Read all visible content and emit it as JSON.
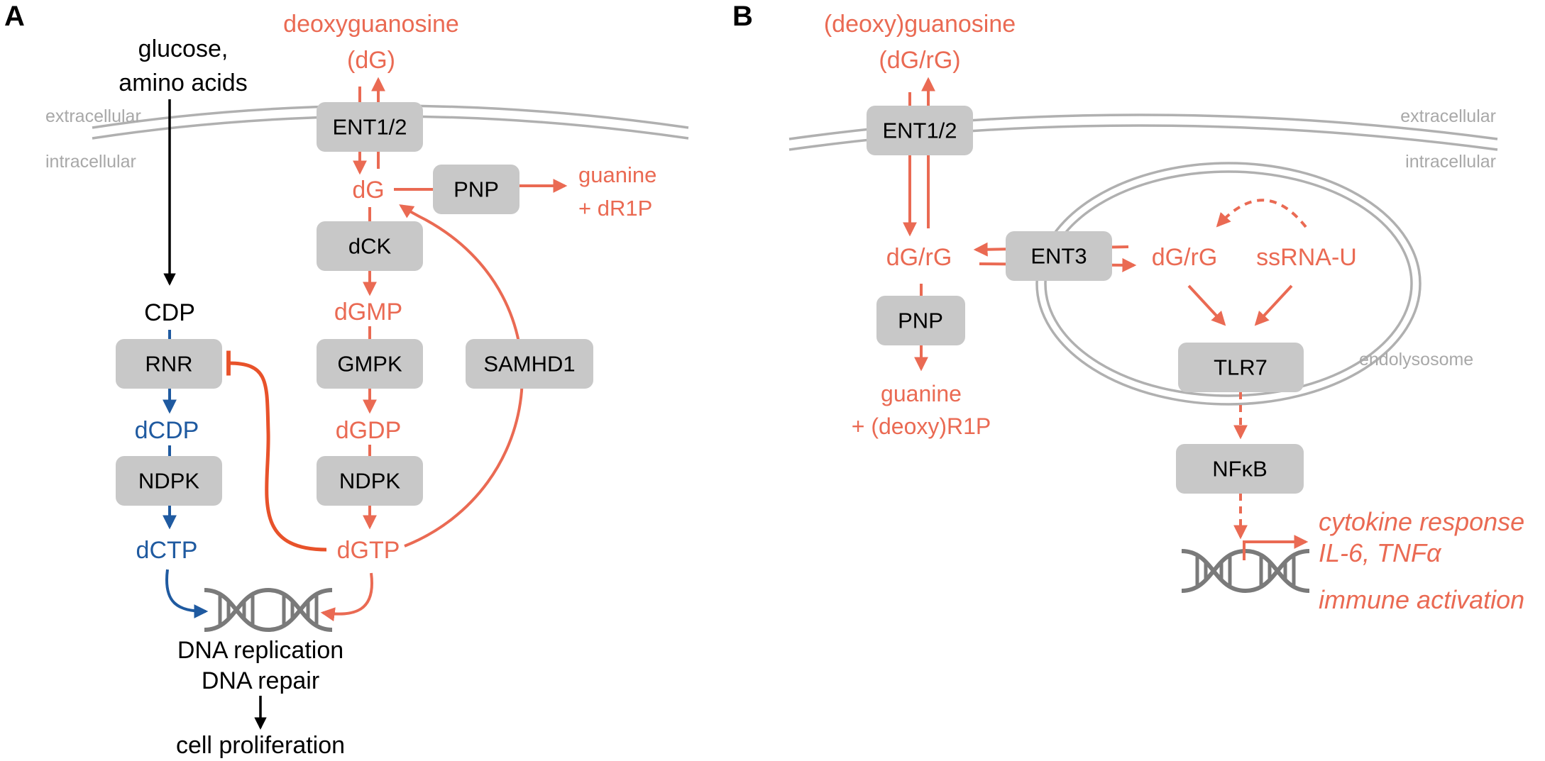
{
  "panels": {
    "a": {
      "label": "A"
    },
    "b": {
      "label": "B"
    }
  },
  "panel_a": {
    "deoxyguanosine_line1": "deoxyguanosine",
    "deoxyguanosine_line2": "(dG)",
    "glucose_line1": "glucose,",
    "glucose_line2": "amino acids",
    "extracellular": "extracellular",
    "intracellular": "intracellular",
    "ent12": "ENT1/2",
    "dg": "dG",
    "pnp": "PNP",
    "guanine_line1": "guanine",
    "guanine_line2": "+ dR1P",
    "dck": "dCK",
    "dgmp": "dGMP",
    "gmpk": "GMPK",
    "dgdp": "dGDP",
    "ndpk_right": "NDPK",
    "dgtp": "dGTP",
    "samhd1": "SAMHD1",
    "cdp": "CDP",
    "rnr": "RNR",
    "dcdp": "dCDP",
    "ndpk_left": "NDPK",
    "dctp": "dCTP",
    "dna_replication": "DNA replication",
    "dna_repair": "DNA repair",
    "cell_proliferation": "cell proliferation"
  },
  "panel_b": {
    "guanosine_line1": "(deoxy)guanosine",
    "guanosine_line2": "(dG/rG)",
    "extracellular": "extracellular",
    "intracellular": "intracellular",
    "ent12": "ENT1/2",
    "dgrg_left": "dG/rG",
    "ent3": "ENT3",
    "dgrg_right": "dG/rG",
    "ssrna": "ssRNA-U",
    "pnp": "PNP",
    "guanine_line1": "guanine",
    "guanine_line2": "+ (deoxy)R1P",
    "tlr7": "TLR7",
    "endolysosome": "endolysosome",
    "nfkb": "NFκB",
    "cytokine_line1": "cytokine response",
    "cytokine_line2": "IL-6, TNFα",
    "immune_activation": "immune activation"
  },
  "colors": {
    "guanosine_pathway": "#ea6a53",
    "feedback_inhibition": "#e8522a",
    "cytidine_pathway": "#1f5aa0",
    "node_fill": "#c8c8c8",
    "membrane": "#b0b0b0",
    "dna": "#7a7a7a"
  },
  "icons": [
    "dna-helix-icon"
  ]
}
